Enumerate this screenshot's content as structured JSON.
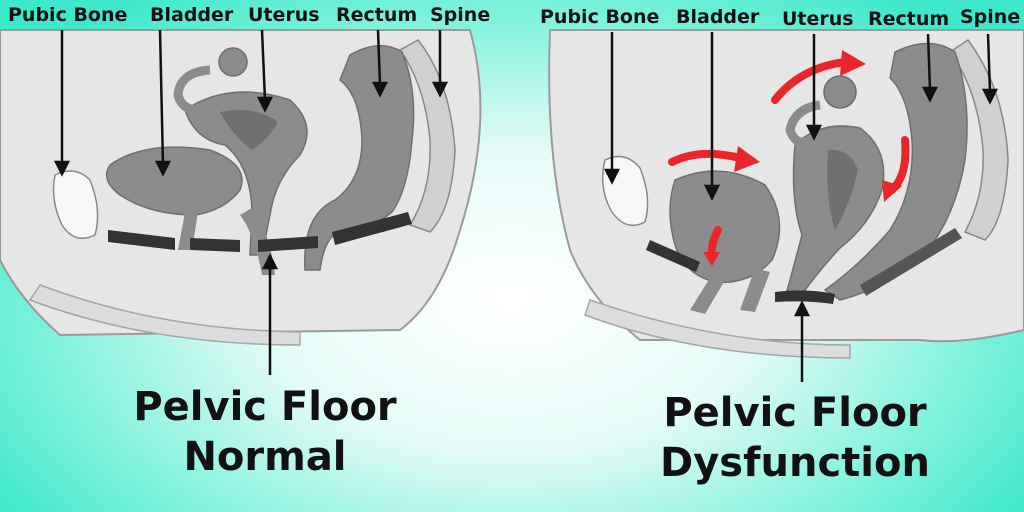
{
  "normal": {
    "labels": {
      "pubic_bone": "Pubic Bone",
      "bladder": "Bladder",
      "uterus": "Uterus",
      "rectum": "Rectum",
      "spine": "Spine"
    },
    "title_line1": "Pelvic Floor",
    "title_line2": "Normal"
  },
  "dysfunction": {
    "labels": {
      "pubic_bone": "Pubic Bone",
      "bladder": "Bladder",
      "uterus": "Uterus",
      "rectum": "Rectum",
      "spine": "Spine"
    },
    "title_line1": "Pelvic Floor",
    "title_line2": "Dysfunction"
  },
  "colors": {
    "tissue": "#e6e6e6",
    "outline": "#9a9a9a",
    "organ": "#8c8c8c",
    "organ_dark": "#6f6f6f",
    "muscle": "#333333",
    "arrow_red": "#e8262b",
    "background_edge": "#3ee8cc"
  }
}
